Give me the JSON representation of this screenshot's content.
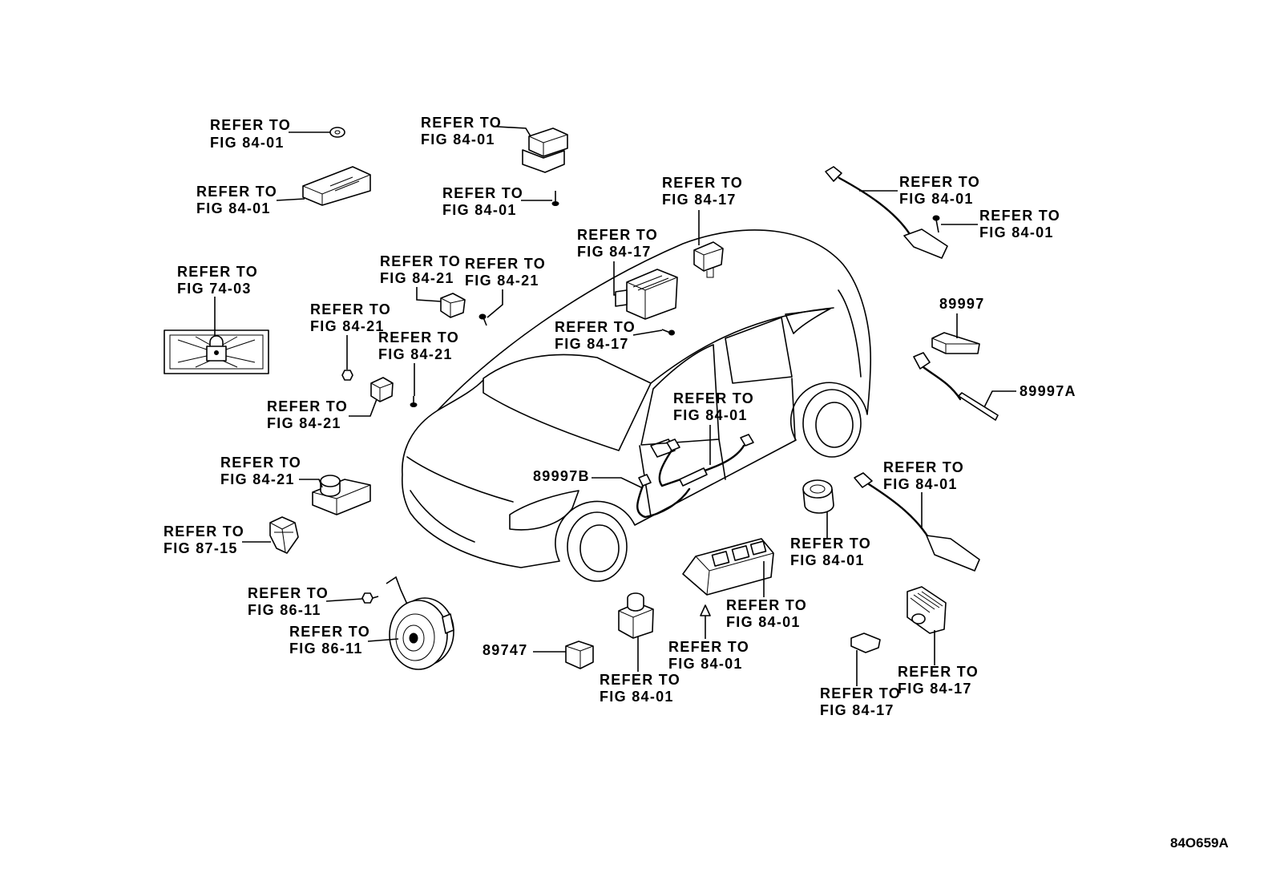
{
  "diagram": {
    "callouts": [
      {
        "line1": "REFER TO",
        "line2": "FIG 84-01"
      },
      {
        "line1": "REFER TO",
        "line2": "FIG 84-01"
      },
      {
        "line1": "REFER TO",
        "line2": "FIG 84-01"
      },
      {
        "line1": "REFER TO",
        "line2": "FIG 84-01"
      },
      {
        "line1": "REFER TO",
        "line2": "FIG 84-17"
      },
      {
        "line1": "REFER TO",
        "line2": "FIG 84-17"
      },
      {
        "line1": "REFER TO",
        "line2": "FIG 84-17"
      },
      {
        "line1": "REFER TO",
        "line2": "FIG 84-01"
      },
      {
        "line1": "REFER TO",
        "line2": "FIG 84-01"
      },
      {
        "line1": "REFER TO",
        "line2": "FIG 74-03"
      },
      {
        "line1": "REFER TO",
        "line2": "FIG 84-21"
      },
      {
        "line1": "REFER TO",
        "line2": "FIG 84-21"
      },
      {
        "line1": "REFER TO",
        "line2": "FIG 84-21"
      },
      {
        "line1": "REFER TO",
        "line2": "FIG 84-21"
      },
      {
        "line1": "REFER TO",
        "line2": "FIG 84-21"
      },
      {
        "line1": "REFER TO",
        "line2": "FIG 84-01"
      },
      {
        "line1": "REFER TO",
        "line2": "FIG 84-21"
      },
      {
        "line1": "REFER TO",
        "line2": "FIG 87-15"
      },
      {
        "line1": "REFER TO",
        "line2": "FIG 84-01"
      },
      {
        "line1": "REFER TO",
        "line2": "FIG 84-01"
      },
      {
        "line1": "REFER TO",
        "line2": "FIG 84-01"
      },
      {
        "line1": "REFER TO",
        "line2": "FIG 84-01"
      },
      {
        "line1": "REFER TO",
        "line2": "FIG 86-11"
      },
      {
        "line1": "REFER TO",
        "line2": "FIG 86-11"
      },
      {
        "line1": "REFER TO",
        "line2": "FIG 84-01"
      },
      {
        "line1": "REFER TO",
        "line2": "FIG 84-17"
      },
      {
        "line1": "REFER TO",
        "line2": "FIG 84-17"
      }
    ],
    "part_numbers": {
      "sensor_89997": "89997",
      "sensor_89997A": "89997A",
      "harness_89997B": "89997B",
      "part_89747": "89747"
    },
    "illustration_code": "84O659A"
  }
}
